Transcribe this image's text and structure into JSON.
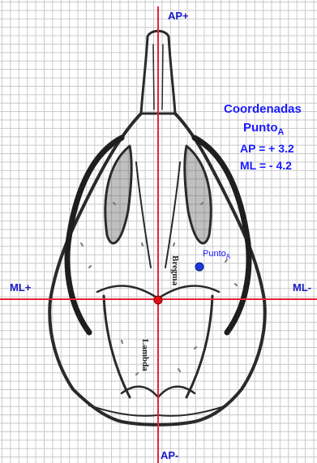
{
  "axes": {
    "ap_plus": "AP+",
    "ap_minus": "AP-",
    "ml_plus": "ML+",
    "ml_minus": "ML-"
  },
  "info_box": {
    "title": "Coordenadas",
    "point_name": "Punto",
    "point_subscript": "A",
    "ap_line": "AP = + 3.2",
    "ml_line": "ML = - 4.2"
  },
  "point": {
    "label": "Punto",
    "subscript": "A",
    "ap": 3.2,
    "ml": -4.2
  },
  "skull_labels": {
    "bregma": "Bregma",
    "lambda": "Lambda"
  },
  "colors": {
    "axis_line": "#e8203a",
    "axis_text": "#1818c8",
    "info_text": "#1a1aff",
    "point_fill": "#1a3adf",
    "origin_fill": "#e01010",
    "grid": "#c9c9c9",
    "bone": "#2a2a2a"
  }
}
